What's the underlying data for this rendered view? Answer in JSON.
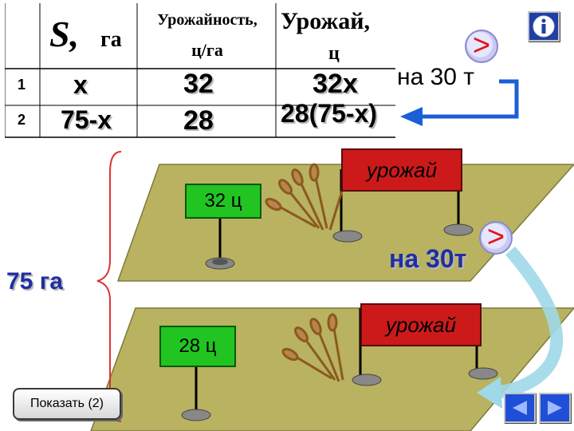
{
  "table": {
    "col_area_symbol": "S,",
    "col_area_unit": "га",
    "col_yield_line1": "Урожайность,",
    "col_yield_line2": "ц/га",
    "col_harvest_line1": "Урожай,",
    "col_harvest_line2": "ц",
    "rows": [
      {
        "num": "1",
        "area": "x",
        "yield": "32",
        "harvest": "32x"
      },
      {
        "num": "2",
        "area": "75-x",
        "yield": "28",
        "harvest": "28(75-x)"
      }
    ],
    "diff_note": "на 30 т"
  },
  "field1": {
    "flag_small": "32 ц",
    "flag_big": "урожай"
  },
  "field2": {
    "flag_small": "28 ц",
    "flag_big": "урожай",
    "diff": "на 30т"
  },
  "total_area": "75 га",
  "buttons": {
    "show": "Показать (2)",
    "next_symbol": ">",
    "info_symbol": "i"
  },
  "colors": {
    "field": "#b9b260",
    "flag_green": "#21c421",
    "flag_red": "#cc1a1a",
    "arrow_blue": "#1a5fd6",
    "accent_red": "#e01414"
  }
}
